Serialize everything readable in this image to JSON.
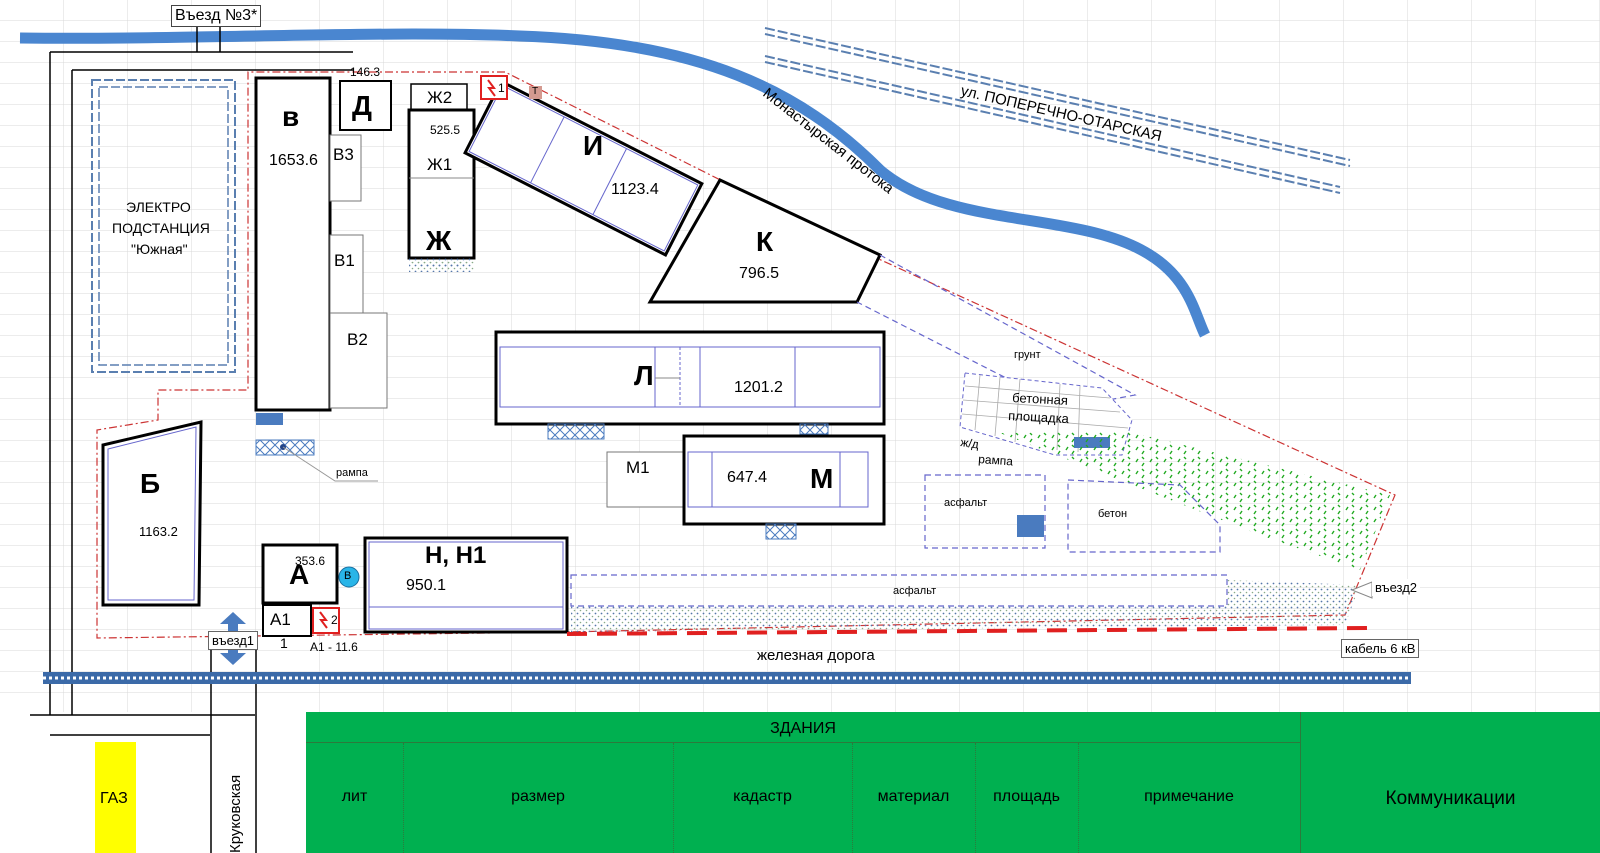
{
  "colors": {
    "river": "#4a86d0",
    "boundary": "#cc3333",
    "dashed_area": "#6666cc",
    "gravel": "#5577aa",
    "grass": "#22aa22",
    "table_green": "#00b050",
    "gas_yellow": "#ffff00",
    "danger_red": "#e02020",
    "marker_blue": "#4a7bbf"
  },
  "entrances": {
    "entry3": "Въезд №3*",
    "entry1": "въезд1",
    "entry1_num": "1",
    "entry2": "въезд2"
  },
  "substation": {
    "line1": "ЭЛЕКТРО",
    "line2": "ПОДСТАНЦИЯ",
    "line3": "\"Южная\""
  },
  "buildings": {
    "A": {
      "label": "А",
      "area": "353.6"
    },
    "A1": {
      "label": "А1",
      "note": "А1 - 11.6"
    },
    "B": {
      "label": "Б",
      "area": "1163.2"
    },
    "V": {
      "label": "в",
      "area": "1653.6"
    },
    "V1": {
      "label": "В1"
    },
    "V2": {
      "label": "В2"
    },
    "V3": {
      "label": "В3"
    },
    "D": {
      "label": "Д",
      "area": "146.3"
    },
    "ZH": {
      "label": "Ж",
      "area": "525.5"
    },
    "ZH1": {
      "label": "Ж1"
    },
    "ZH2": {
      "label": "Ж2"
    },
    "I": {
      "label": "И",
      "area": "1123.4"
    },
    "K": {
      "label": "К",
      "area": "796.5"
    },
    "L": {
      "label": "Л",
      "area": "1201.2"
    },
    "M": {
      "label": "М",
      "area": "647.4"
    },
    "M1": {
      "label": "М1"
    },
    "N": {
      "label": "Н, Н1",
      "area": "950.1"
    }
  },
  "markers": {
    "danger1": "1",
    "danger2": "2",
    "t_marker": "Т",
    "v_circle": "В"
  },
  "labels": {
    "street": "ул. ПОПЕРЕЧНО-ОТАРСКАЯ",
    "river": "Монастырская протока",
    "ramp": "рампа",
    "ground": "грунт",
    "concrete_pad": "бетонная площадка",
    "concrete_pad_l1": "бетонная",
    "concrete_pad_l2": "площадка",
    "rail_short": "ж/д",
    "ramp2": "рампа",
    "asphalt1": "асфальт",
    "concrete": "бетон",
    "asphalt2": "асфальт",
    "railway": "железная дорога",
    "cable": "кабель 6 кВ",
    "gas": "ГАЗ",
    "krutovskaya": "Круковская"
  },
  "table": {
    "title": "ЗДАНИЯ",
    "columns": [
      "лит",
      "размер",
      "кадастр",
      "материал",
      "площадь",
      "примечание"
    ],
    "communications": "Коммуникации"
  }
}
